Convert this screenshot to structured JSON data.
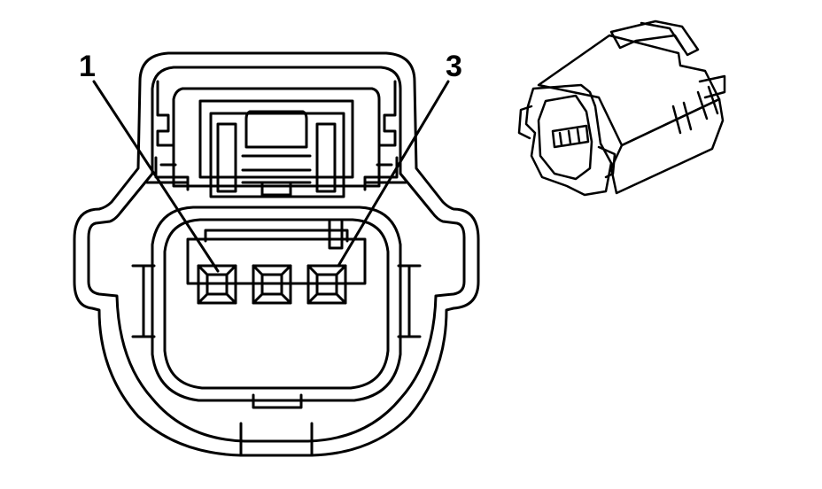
{
  "diagram": {
    "type": "connector-face-view",
    "line_color": "#000000",
    "background": "#ffffff",
    "pin_labels": [
      {
        "id": "pin-1",
        "text": "1"
      },
      {
        "id": "pin-3",
        "text": "3"
      }
    ],
    "cavities": 3
  }
}
